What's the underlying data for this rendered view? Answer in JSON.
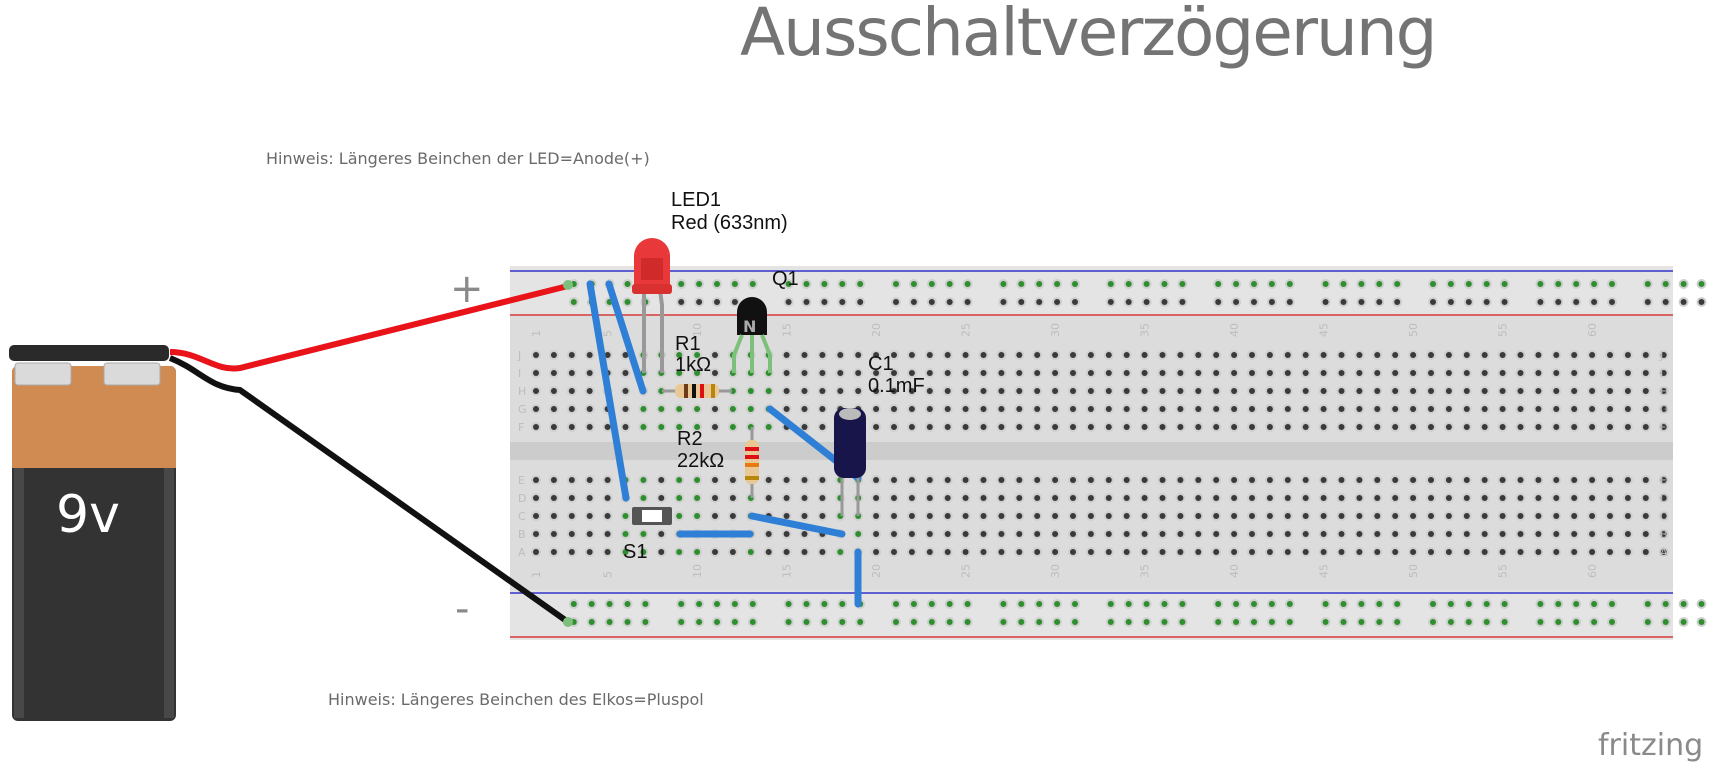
{
  "title": "Ausschaltverzögerung",
  "notes": {
    "top": "Hinweis: Längeres Beinchen der LED=Anode(+)",
    "bottom": "Hinweis: Längeres Beinchen des Elkos=Pluspol"
  },
  "logo": "fritzing",
  "battery": {
    "label": "9v",
    "voltage": "9V"
  },
  "rails": {
    "plus": "+",
    "minus": "-"
  },
  "breadboard": {
    "columns": 64,
    "column_labels": [
      "1",
      "5",
      "10",
      "15",
      "20",
      "25",
      "30",
      "35",
      "40",
      "45",
      "50",
      "55",
      "60"
    ],
    "rows_top": [
      "J",
      "I",
      "H",
      "G",
      "F"
    ],
    "rows_bottom": [
      "E",
      "D",
      "C",
      "B",
      "A"
    ]
  },
  "components": {
    "led": {
      "name": "LED1",
      "value": "Red (633nm)",
      "color": "#e83a3a"
    },
    "q1": {
      "name": "Q1",
      "marking": "N"
    },
    "r1": {
      "name": "R1",
      "value": "1kΩ"
    },
    "r2": {
      "name": "R2",
      "value": "22kΩ"
    },
    "c1": {
      "name": "C1",
      "value": "0.1mF"
    },
    "s1": {
      "name": "S1"
    }
  },
  "colors": {
    "wire_blue": "#2f7fd6",
    "wire_red": "#e8141a",
    "wire_black": "#111111",
    "rail_blue": "#3333cc",
    "rail_red": "#d43a3a",
    "board": "#dcdcdc",
    "hole": "#3a3a3a",
    "hole_active": "#2f8f2f"
  }
}
